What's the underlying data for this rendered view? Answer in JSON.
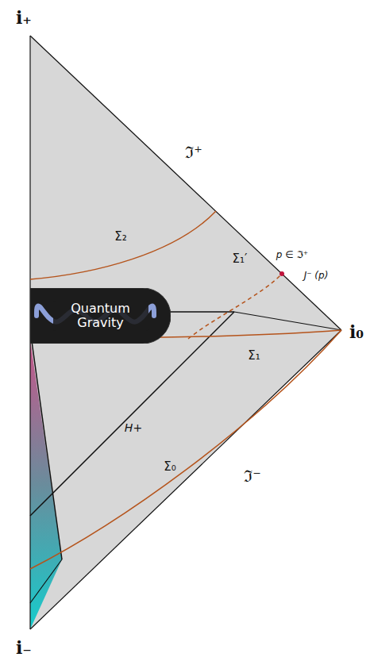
{
  "diagram": {
    "nodes": [
      {
        "text": [
          "Quantum Gravity"
        ]
      }
    ],
    "labels": [
      "i₊",
      "ℑ⁺",
      "Σ₂",
      "p ∈ ℑ⁺",
      "Σ₁′",
      "J⁻ (p)",
      "i₀",
      "Σ₁",
      "H+",
      "Σ₀",
      "ℑ⁻",
      "i₋"
    ]
  }
}
